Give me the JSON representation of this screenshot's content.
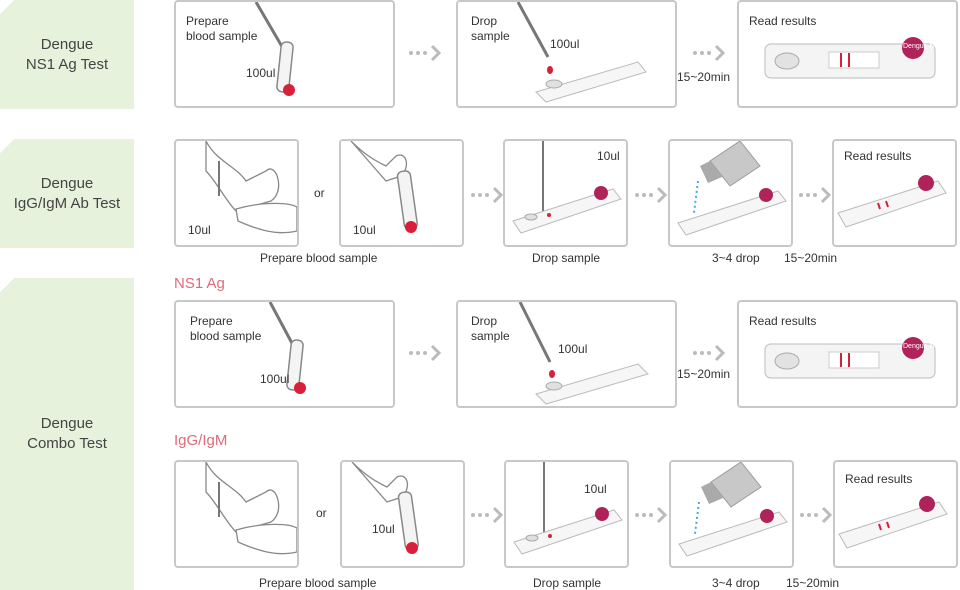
{
  "rows": [
    {
      "title_line1": "Dengue",
      "title_line2": "NS1 Ag Test"
    },
    {
      "title_line1": "Dengue",
      "title_line2": "IgG/IgM Ab Test"
    },
    {
      "title_line1": "Dengue",
      "title_line2": "Combo Test"
    }
  ],
  "ns1": {
    "prepare_line1": "Prepare",
    "prepare_line2": "blood sample",
    "volume": "100ul",
    "drop_line1": "Drop",
    "drop_line2": "sample",
    "drop_volume": "100ul",
    "time": "15~20min",
    "read": "Read results"
  },
  "ab": {
    "volume": "10ul",
    "or": "or",
    "prepare_caption": "Prepare blood sample",
    "drop_caption": "Drop sample",
    "drop_volume": "10ul",
    "buffer_caption": "3~4 drop",
    "time": "15~20min",
    "read": "Read results"
  },
  "combo": {
    "ns1_heading": "NS1 Ag",
    "igg_heading": "IgG/IgM"
  },
  "brand": {
    "logo": "Dengue",
    "logo_sub": "NS1"
  },
  "colors": {
    "accent": "#e06a78",
    "panel": "#e6f2dc",
    "border": "#c8c8c8",
    "blood": "#d8203a"
  }
}
